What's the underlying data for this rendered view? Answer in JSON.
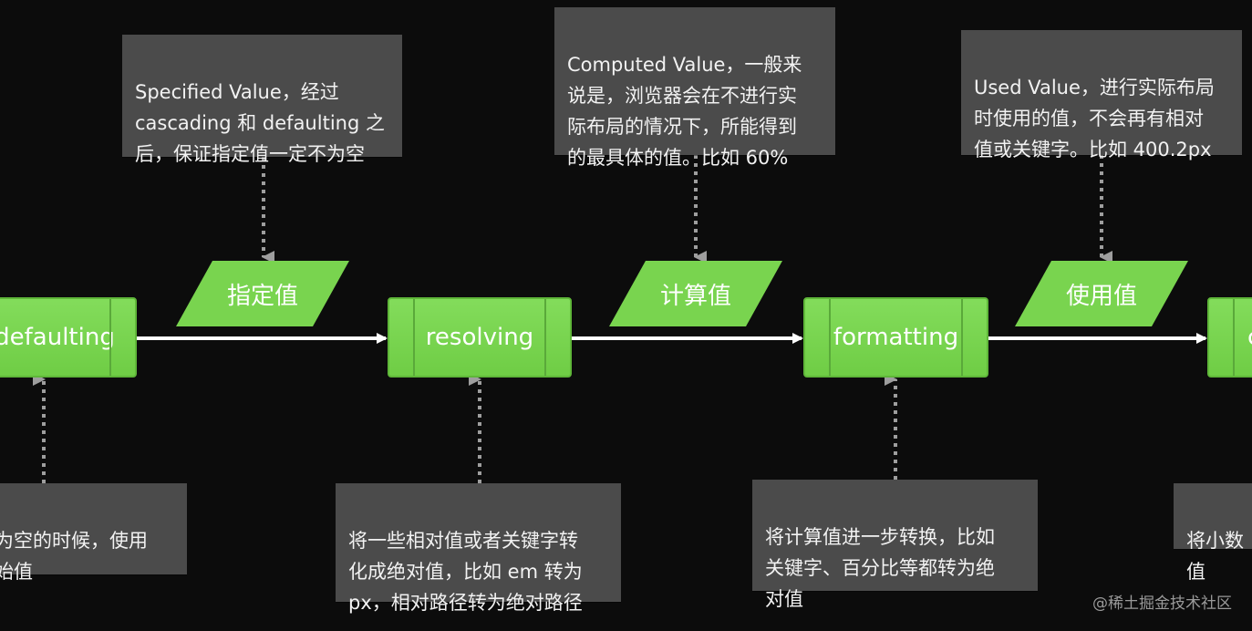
{
  "colors": {
    "background": "#0c0c0c",
    "note_bg": "#4b4b4b",
    "note_text": "#f2f2f2",
    "process_green": "#7ed957",
    "arrow_white": "#ffffff",
    "dotted_gray": "#9e9e9e"
  },
  "top_notes": {
    "specified": "Specified Value，经过\ncascading 和 defaulting 之\n后，保证指定值一定不为空",
    "computed": "Computed Value，一般来\n说是，浏览器会在不进行实\n际布局的情况下，所能得到\n的最具体的值。比如 60%",
    "used": "Used Value，进行实际布局\n时使用的值，不会再有相对\n值或关键字。比如 400.2px"
  },
  "values": {
    "specified": "指定值",
    "computed": "计算值",
    "used": "使用值"
  },
  "processes": {
    "defaulting": "defaulting",
    "resolving": "resolving",
    "formatting": "formatting",
    "next_partial": "c"
  },
  "bottom_notes": {
    "defaulting": "为空的时候，使用\n始值",
    "resolving": "将一些相对值或者关键字转\n化成绝对值，比如 em 转为\npx，相对路径转为绝对路径",
    "formatting": "将计算值进一步转换，比如\n关键字、百分比等都转为绝\n对值",
    "next_partial": "将小数值"
  },
  "watermark": "@稀土掘金技术社区"
}
